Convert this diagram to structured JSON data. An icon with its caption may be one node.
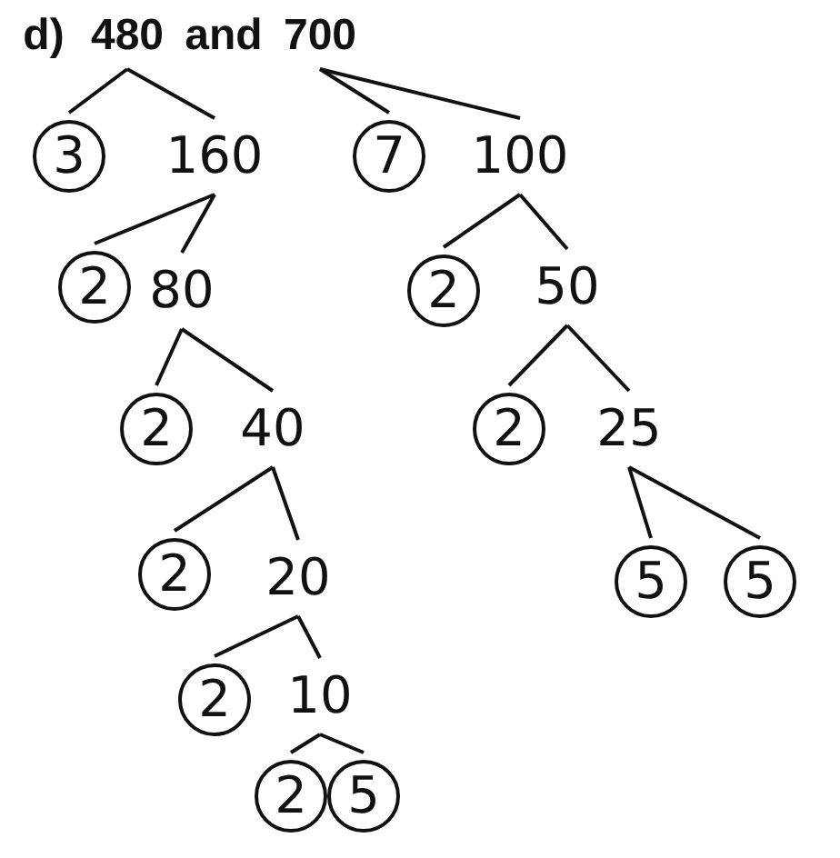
{
  "diagram": {
    "nodes": [
      {
        "text": [
          "480"
        ]
      },
      {
        "text": [
          "3"
        ]
      },
      {
        "text": [
          "160"
        ]
      },
      {
        "text": [
          "2"
        ]
      },
      {
        "text": [
          "80"
        ]
      },
      {
        "text": [
          "2"
        ]
      },
      {
        "text": [
          "40"
        ]
      },
      {
        "text": [
          "2"
        ]
      },
      {
        "text": [
          "20"
        ]
      },
      {
        "text": [
          "2"
        ]
      },
      {
        "text": [
          "10"
        ]
      },
      {
        "text": [
          "2"
        ]
      },
      {
        "text": [
          "5"
        ]
      },
      {
        "text": [
          "700"
        ]
      },
      {
        "text": [
          "7"
        ]
      },
      {
        "text": [
          "100"
        ]
      },
      {
        "text": [
          "2"
        ]
      },
      {
        "text": [
          "50"
        ]
      },
      {
        "text": [
          "2"
        ]
      },
      {
        "text": [
          "25"
        ]
      },
      {
        "text": [
          "5"
        ]
      },
      {
        "text": [
          "5"
        ]
      }
    ],
    "edges": [
      {
        "from": 0,
        "to": 1,
        "arrow": "none"
      },
      {
        "from": 0,
        "to": 2,
        "arrow": "none"
      },
      {
        "from": 2,
        "to": 3,
        "arrow": "none"
      },
      {
        "from": 2,
        "to": 4,
        "arrow": "none"
      },
      {
        "from": 4,
        "to": 5,
        "arrow": "none"
      },
      {
        "from": 4,
        "to": 6,
        "arrow": "none"
      },
      {
        "from": 6,
        "to": 7,
        "arrow": "none"
      },
      {
        "from": 6,
        "to": 8,
        "arrow": "none"
      },
      {
        "from": 8,
        "to": 9,
        "arrow": "none"
      },
      {
        "from": 8,
        "to": 10,
        "arrow": "none"
      },
      {
        "from": 10,
        "to": 11,
        "arrow": "none"
      },
      {
        "from": 10,
        "to": 12,
        "arrow": "none"
      },
      {
        "from": 13,
        "to": 14,
        "arrow": "none"
      },
      {
        "from": 13,
        "to": 15,
        "arrow": "none"
      },
      {
        "from": 15,
        "to": 16,
        "arrow": "none"
      },
      {
        "from": 15,
        "to": 17,
        "arrow": "none"
      },
      {
        "from": 17,
        "to": 18,
        "arrow": "none"
      },
      {
        "from": 17,
        "to": 19,
        "arrow": "none"
      },
      {
        "from": 19,
        "to": 20,
        "arrow": "none"
      },
      {
        "from": 19,
        "to": 21,
        "arrow": "none"
      }
    ],
    "labels": [
      "d)",
      "and"
    ]
  }
}
